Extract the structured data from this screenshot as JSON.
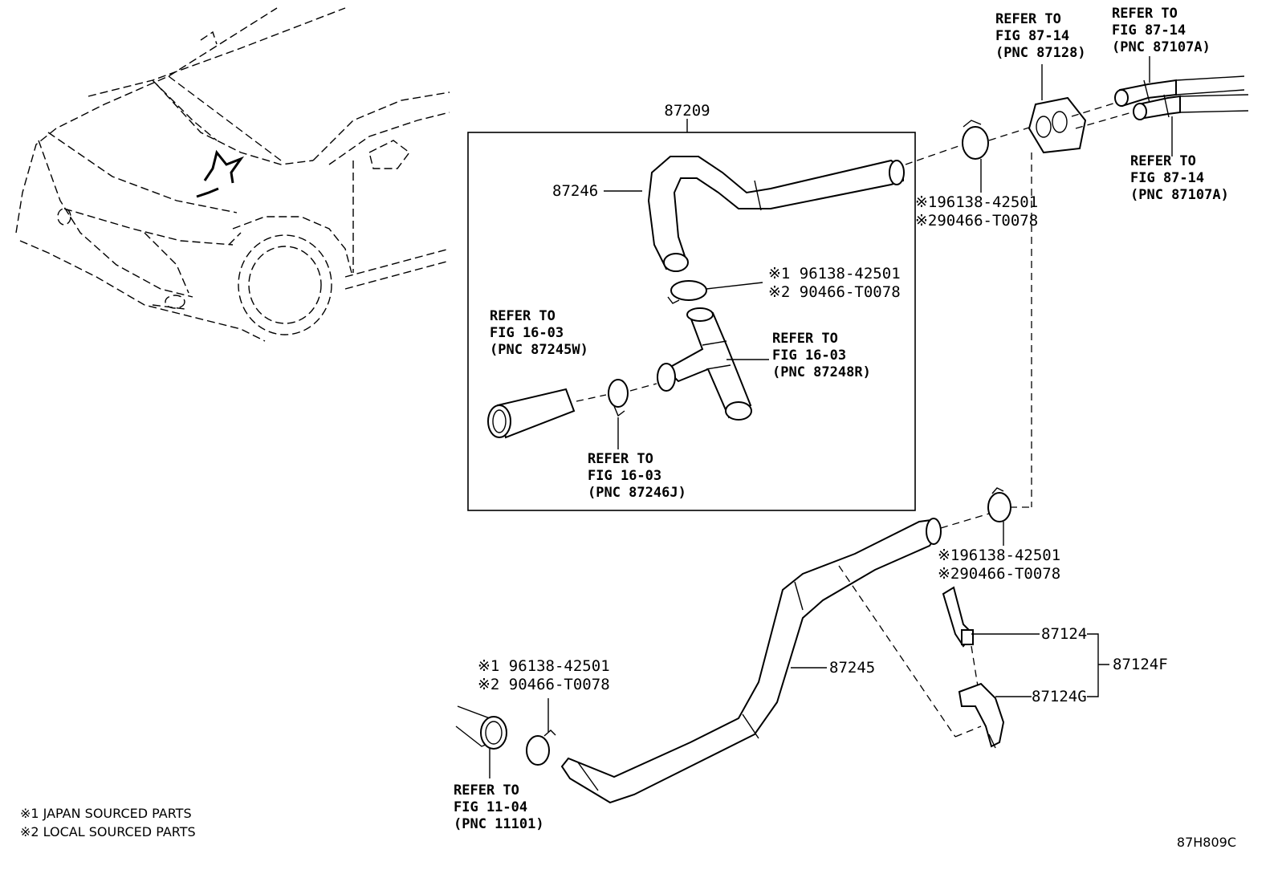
{
  "title_part": "87209",
  "parts": {
    "p87246": "87246",
    "p87245": "87245",
    "p87124": "87124",
    "p87124G": "87124G",
    "p87124F": "87124F"
  },
  "clamp_codes": {
    "top_right": [
      "※196138-42501",
      "※290466-T0078"
    ],
    "center": [
      "※1 96138-42501",
      "※2 90466-T0078"
    ],
    "mid_right": [
      "※196138-42501",
      "※290466-T0078"
    ],
    "bottom_left": [
      "※1 96138-42501",
      "※2 90466-T0078"
    ]
  },
  "refs": {
    "r87128": [
      "REFER TO",
      "FIG 87-14",
      "(PNC 87128)"
    ],
    "r87107A_top": [
      "REFER TO",
      "FIG 87-14",
      "(PNC 87107A)"
    ],
    "r87107A_side": [
      "REFER TO",
      "FIG 87-14",
      "(PNC 87107A)"
    ],
    "r87245W": [
      "REFER TO",
      "FIG 16-03",
      "(PNC 87245W)"
    ],
    "r87248R": [
      "REFER TO",
      "FIG 16-03",
      "(PNC 87248R)"
    ],
    "r87246J": [
      "REFER TO",
      "FIG 16-03",
      "(PNC 87246J)"
    ],
    "r11101": [
      "REFER TO",
      "FIG 11-04",
      "(PNC 11101)"
    ]
  },
  "legend": [
    "※1 JAPAN SOURCED PARTS",
    "※2 LOCAL SOURCED PARTS"
  ],
  "diagram_code": "87H809C"
}
